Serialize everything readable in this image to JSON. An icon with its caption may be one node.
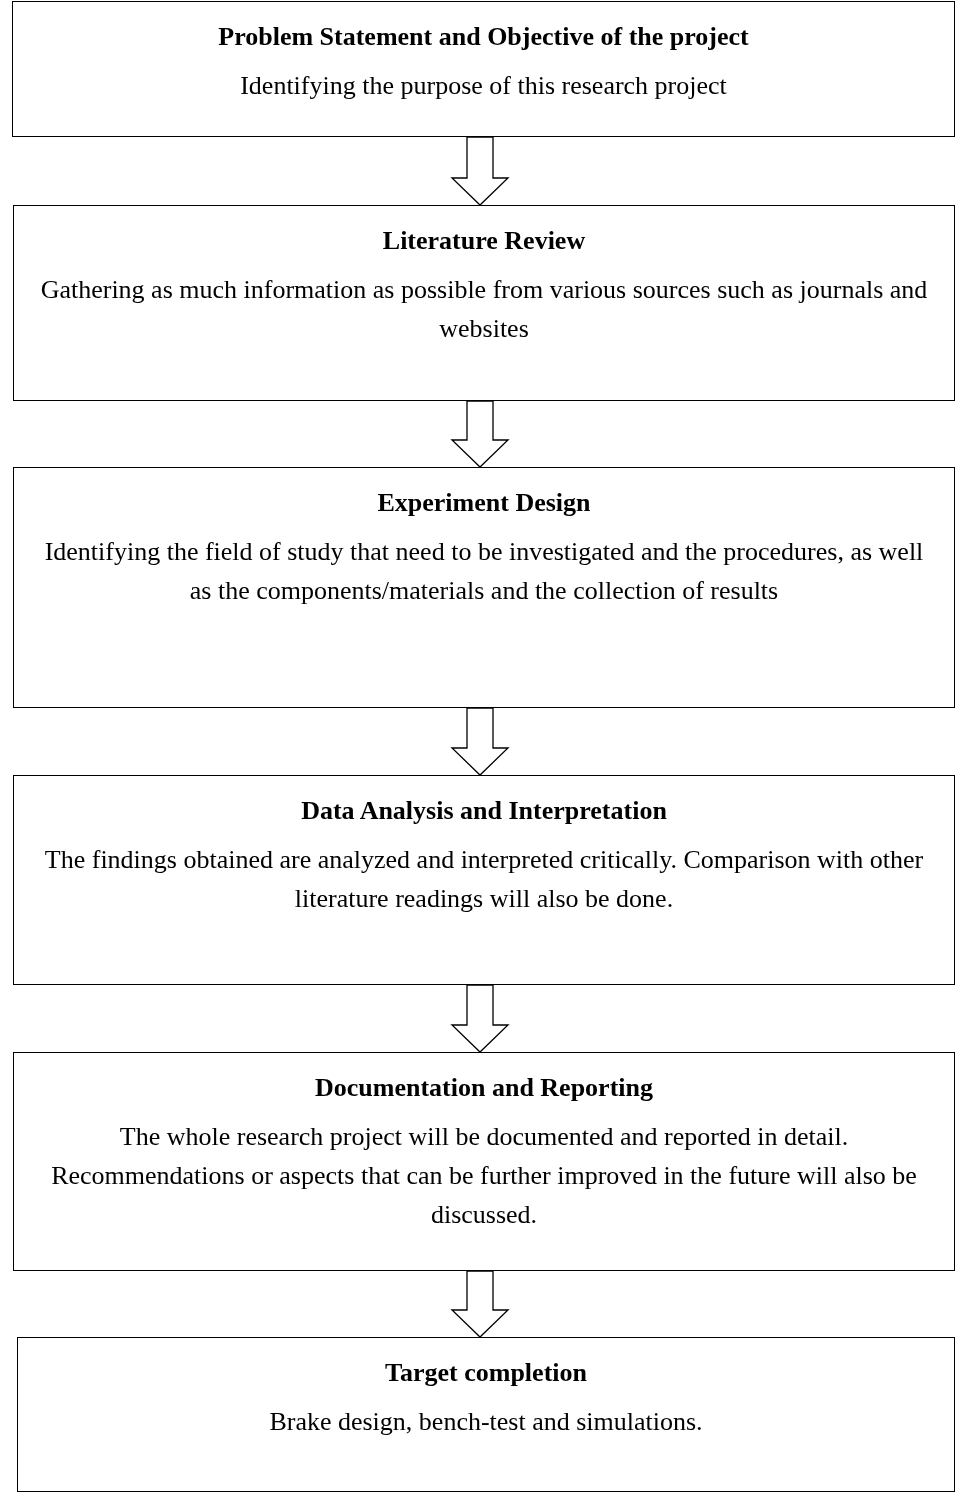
{
  "diagram": {
    "nodes": [
      {
        "text": [
          "Problem Statement and Objective of the project",
          "Identifying the purpose of this research project"
        ]
      },
      {
        "text": [
          "Literature Review",
          "Gathering as much information as possible from various sources such as journals and websites"
        ]
      },
      {
        "text": [
          "Experiment Design",
          "Identifying the field of study that need to be investigated and the procedures, as well as the components/materials and the collection of results"
        ]
      },
      {
        "text": [
          "Data Analysis and Interpretation",
          "The findings obtained are analyzed and interpreted critically. Comparison with other literature readings will also be done."
        ]
      },
      {
        "text": [
          "Documentation and Reporting",
          "The whole research project will be documented and reported in detail. Recommendations or aspects that can be further improved in the future will also be discussed."
        ]
      },
      {
        "text": [
          "Target completion",
          "Brake design, bench-test and simulations."
        ]
      }
    ],
    "edges": [
      {
        "from": 0,
        "to": 1,
        "arrow": "to"
      },
      {
        "from": 1,
        "to": 2,
        "arrow": "to"
      },
      {
        "from": 2,
        "to": 3,
        "arrow": "to"
      },
      {
        "from": 3,
        "to": 4,
        "arrow": "to"
      },
      {
        "from": 4,
        "to": 5,
        "arrow": "to"
      }
    ]
  }
}
